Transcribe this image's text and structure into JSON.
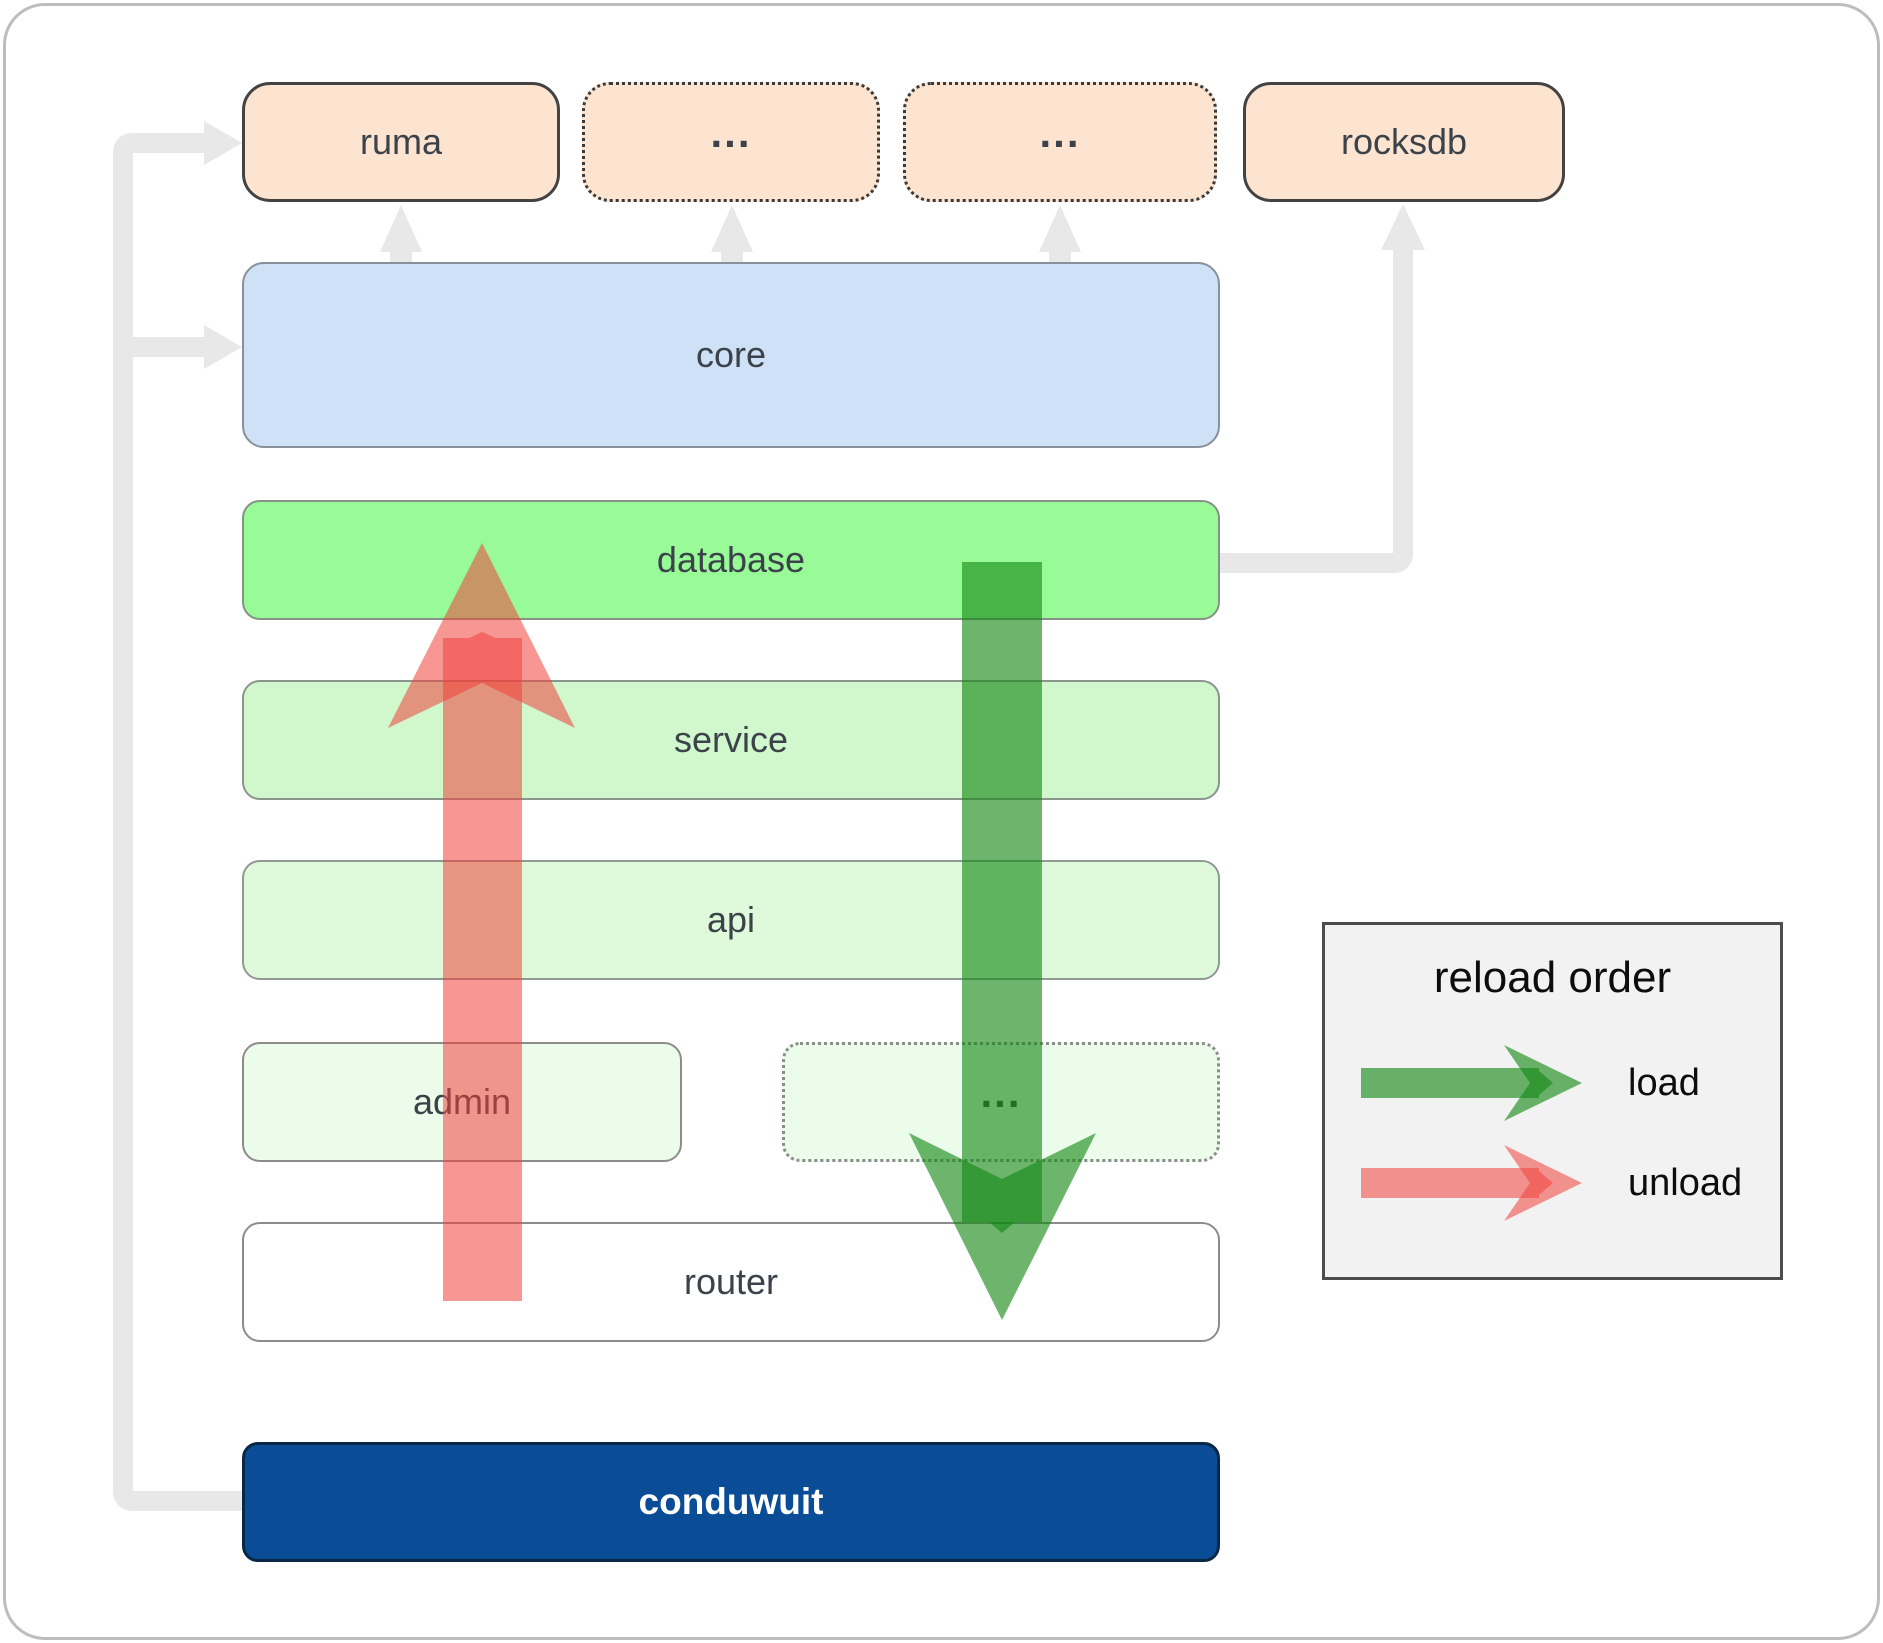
{
  "nodes": {
    "ruma": {
      "label": "ruma"
    },
    "ellipsis_top_1": {
      "label": "..."
    },
    "ellipsis_top_2": {
      "label": "..."
    },
    "rocksdb": {
      "label": "rocksdb"
    },
    "core": {
      "label": "core"
    },
    "database": {
      "label": "database"
    },
    "service": {
      "label": "service"
    },
    "api": {
      "label": "api"
    },
    "admin": {
      "label": "admin"
    },
    "ellipsis_admin": {
      "label": "..."
    },
    "router": {
      "label": "router"
    },
    "conduwuit": {
      "label": "conduwuit"
    }
  },
  "legend": {
    "title": "reload order",
    "items": [
      {
        "label": "load",
        "color": "#148714"
      },
      {
        "label": "unload",
        "color": "#f0413c"
      }
    ]
  },
  "colors": {
    "load_arrow": "#148714",
    "unload_arrow": "#f0413c",
    "connector_gray": "#e8e8e8",
    "node_peach": "#fce4d1",
    "node_core": "#cee1f6",
    "node_database": "#98fb98",
    "node_service": "#d1f7cd",
    "node_api": "#defadb",
    "node_admin": "#ecfcea",
    "node_router": "#ffffff",
    "node_conduwuit": "#0a4c96",
    "legend_bg": "#f2f2f2"
  }
}
